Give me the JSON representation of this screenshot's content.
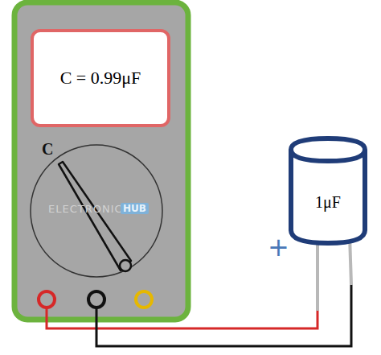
{
  "diagram": {
    "nodes": [
      {
        "text": [
          "C = 0.99μF"
        ]
      },
      {
        "text": [
          "1μF"
        ]
      }
    ],
    "labels": [
      "C",
      "ELECTRONICS",
      "HUB",
      "+"
    ]
  }
}
